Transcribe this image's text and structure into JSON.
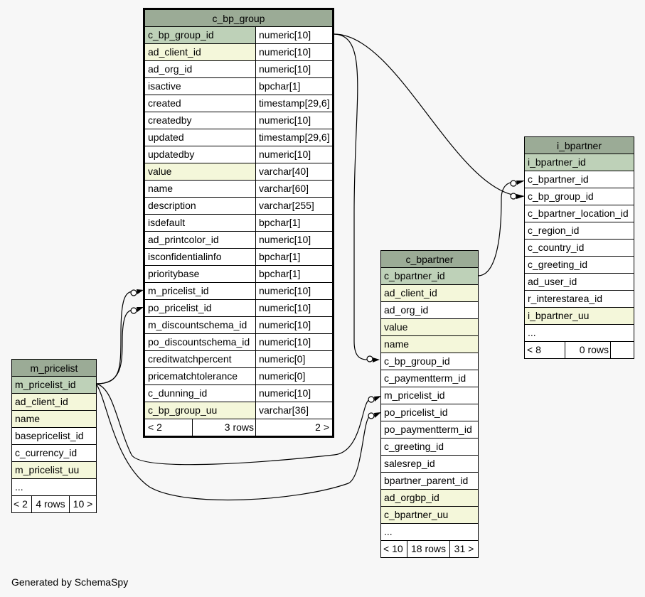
{
  "tables": {
    "c_bp_group": {
      "title": "c_bp_group",
      "rows": [
        {
          "name": "c_bp_group_id",
          "type": "numeric[10]",
          "kind": "pk"
        },
        {
          "name": "ad_client_id",
          "type": "numeric[10]",
          "kind": "idx"
        },
        {
          "name": "ad_org_id",
          "type": "numeric[10]",
          "kind": ""
        },
        {
          "name": "isactive",
          "type": "bpchar[1]",
          "kind": ""
        },
        {
          "name": "created",
          "type": "timestamp[29,6]",
          "kind": ""
        },
        {
          "name": "createdby",
          "type": "numeric[10]",
          "kind": ""
        },
        {
          "name": "updated",
          "type": "timestamp[29,6]",
          "kind": ""
        },
        {
          "name": "updatedby",
          "type": "numeric[10]",
          "kind": ""
        },
        {
          "name": "value",
          "type": "varchar[40]",
          "kind": "idx"
        },
        {
          "name": "name",
          "type": "varchar[60]",
          "kind": ""
        },
        {
          "name": "description",
          "type": "varchar[255]",
          "kind": ""
        },
        {
          "name": "isdefault",
          "type": "bpchar[1]",
          "kind": ""
        },
        {
          "name": "ad_printcolor_id",
          "type": "numeric[10]",
          "kind": ""
        },
        {
          "name": "isconfidentialinfo",
          "type": "bpchar[1]",
          "kind": ""
        },
        {
          "name": "prioritybase",
          "type": "bpchar[1]",
          "kind": ""
        },
        {
          "name": "m_pricelist_id",
          "type": "numeric[10]",
          "kind": ""
        },
        {
          "name": "po_pricelist_id",
          "type": "numeric[10]",
          "kind": ""
        },
        {
          "name": "m_discountschema_id",
          "type": "numeric[10]",
          "kind": ""
        },
        {
          "name": "po_discountschema_id",
          "type": "numeric[10]",
          "kind": ""
        },
        {
          "name": "creditwatchpercent",
          "type": "numeric[0]",
          "kind": ""
        },
        {
          "name": "pricematchtolerance",
          "type": "numeric[0]",
          "kind": ""
        },
        {
          "name": "c_dunning_id",
          "type": "numeric[10]",
          "kind": ""
        },
        {
          "name": "c_bp_group_uu",
          "type": "varchar[36]",
          "kind": "idx"
        }
      ],
      "footer": [
        "< 2",
        "3 rows",
        "2 >"
      ]
    },
    "m_pricelist": {
      "title": "m_pricelist",
      "rows": [
        {
          "name": "m_pricelist_id",
          "kind": "pk"
        },
        {
          "name": "ad_client_id",
          "kind": "idx"
        },
        {
          "name": "name",
          "kind": "idx"
        },
        {
          "name": "basepricelist_id",
          "kind": ""
        },
        {
          "name": "c_currency_id",
          "kind": ""
        },
        {
          "name": "m_pricelist_uu",
          "kind": "idx"
        },
        {
          "name": "...",
          "kind": ""
        }
      ],
      "footer": [
        "< 2",
        "4 rows",
        "10 >"
      ]
    },
    "c_bpartner": {
      "title": "c_bpartner",
      "rows": [
        {
          "name": "c_bpartner_id",
          "kind": "pk"
        },
        {
          "name": "ad_client_id",
          "kind": "idx"
        },
        {
          "name": "ad_org_id",
          "kind": ""
        },
        {
          "name": "value",
          "kind": "idx"
        },
        {
          "name": "name",
          "kind": "idx"
        },
        {
          "name": "c_bp_group_id",
          "kind": ""
        },
        {
          "name": "c_paymentterm_id",
          "kind": ""
        },
        {
          "name": "m_pricelist_id",
          "kind": ""
        },
        {
          "name": "po_pricelist_id",
          "kind": ""
        },
        {
          "name": "po_paymentterm_id",
          "kind": ""
        },
        {
          "name": "c_greeting_id",
          "kind": ""
        },
        {
          "name": "salesrep_id",
          "kind": ""
        },
        {
          "name": "bpartner_parent_id",
          "kind": ""
        },
        {
          "name": "ad_orgbp_id",
          "kind": "idx"
        },
        {
          "name": "c_bpartner_uu",
          "kind": "idx"
        },
        {
          "name": "...",
          "kind": ""
        }
      ],
      "footer": [
        "< 10",
        "18 rows",
        "31 >"
      ]
    },
    "i_bpartner": {
      "title": "i_bpartner",
      "rows": [
        {
          "name": "i_bpartner_id",
          "kind": "pk"
        },
        {
          "name": "c_bpartner_id",
          "kind": ""
        },
        {
          "name": "c_bp_group_id",
          "kind": ""
        },
        {
          "name": "c_bpartner_location_id",
          "kind": ""
        },
        {
          "name": "c_region_id",
          "kind": ""
        },
        {
          "name": "c_country_id",
          "kind": ""
        },
        {
          "name": "c_greeting_id",
          "kind": ""
        },
        {
          "name": "ad_user_id",
          "kind": ""
        },
        {
          "name": "r_interestarea_id",
          "kind": ""
        },
        {
          "name": "i_bpartner_uu",
          "kind": "idx"
        },
        {
          "name": "...",
          "kind": ""
        }
      ],
      "footer": [
        "< 8",
        "0 rows",
        ""
      ]
    }
  },
  "relationships": [
    {
      "from": "c_bp_group.c_bp_group_id",
      "to": "c_bpartner.c_bp_group_id"
    },
    {
      "from": "c_bp_group.c_bp_group_id",
      "to": "i_bpartner.c_bp_group_id"
    },
    {
      "from": "c_bpartner.c_bpartner_id",
      "to": "i_bpartner.c_bpartner_id"
    },
    {
      "from": "m_pricelist.m_pricelist_id",
      "to": "c_bp_group.m_pricelist_id"
    },
    {
      "from": "m_pricelist.m_pricelist_id",
      "to": "c_bp_group.po_pricelist_id"
    },
    {
      "from": "m_pricelist.m_pricelist_id",
      "to": "c_bpartner.m_pricelist_id"
    },
    {
      "from": "m_pricelist.m_pricelist_id",
      "to": "c_bpartner.po_pricelist_id"
    }
  ],
  "colors": {
    "header": "#9bab96",
    "primary_key": "#bed1b8",
    "indexed": "#f4f7da",
    "background": "#f7f7f7"
  },
  "credit": "Generated by SchemaSpy"
}
